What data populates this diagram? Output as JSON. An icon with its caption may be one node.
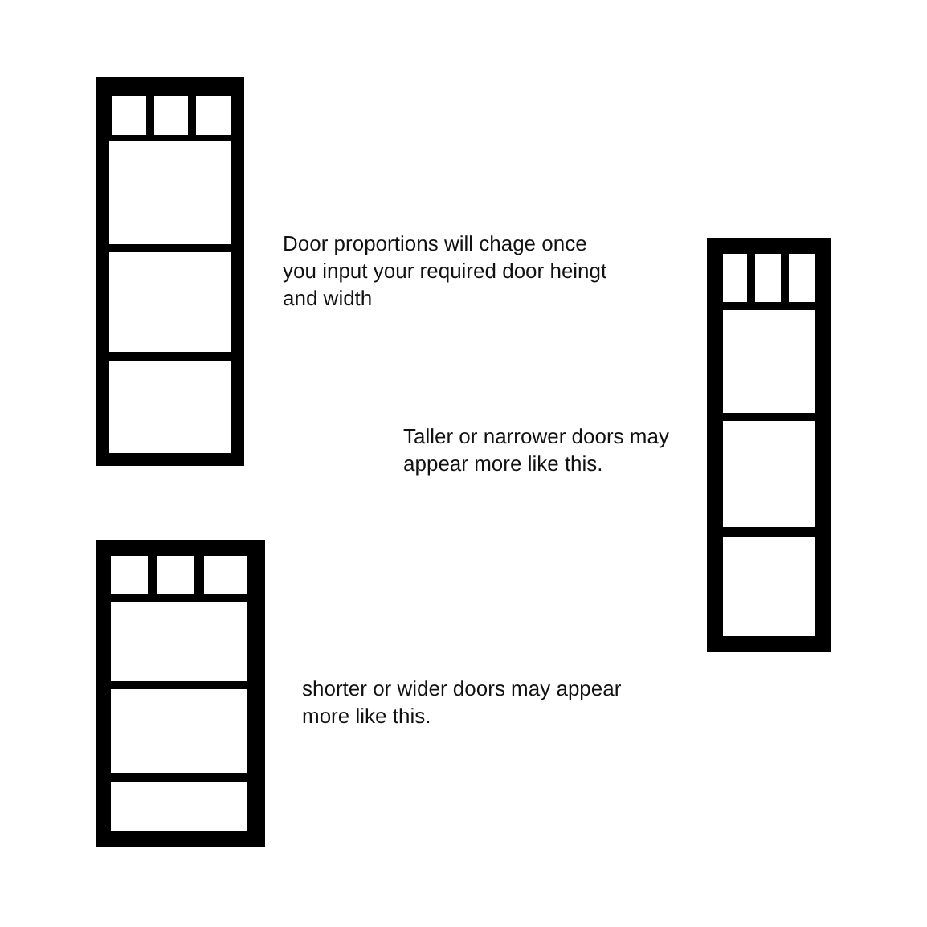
{
  "diagram": {
    "labels": [
      "Door proportions will chage once you input your required door heingt and width",
      "Taller or narrower doors may appear more like this.",
      "shorter or wider doors may appear more like this."
    ]
  }
}
